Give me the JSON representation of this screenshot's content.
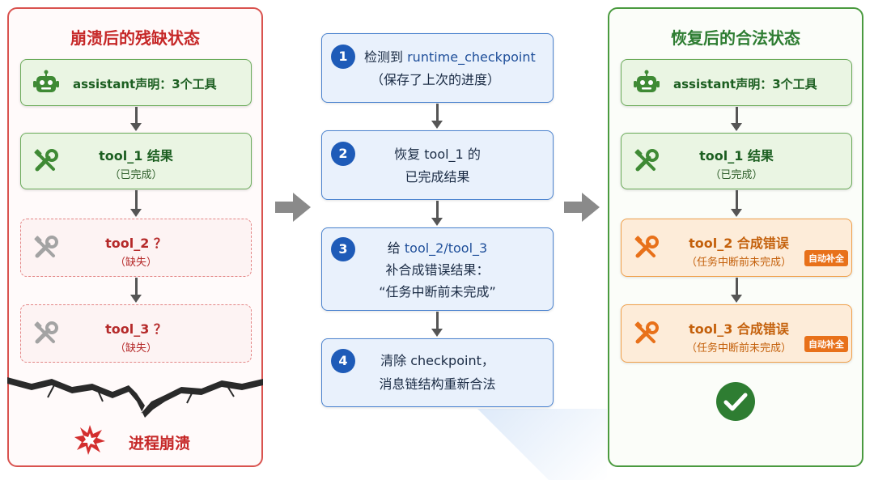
{
  "left_panel": {
    "title": "崩溃后的残缺状态",
    "card1": {
      "text": "assistant声明：3个工具"
    },
    "card2": {
      "title": "tool_1 结果",
      "subtitle": "（已完成）"
    },
    "card3": {
      "title": "tool_2 ？",
      "subtitle": "（缺失）"
    },
    "card4": {
      "title": "tool_3 ？",
      "subtitle": "（缺失）"
    },
    "crash_label": "进程崩溃"
  },
  "middle_steps": [
    {
      "num": "1",
      "line1_prefix": "检测到 ",
      "line1_code": "runtime_checkpoint",
      "line2": "（保存了上次的进度）"
    },
    {
      "num": "2",
      "line1": "恢复 tool_1 的",
      "line2": "已完成结果"
    },
    {
      "num": "3",
      "line1_prefix": "给 ",
      "line1_code": "tool_2/tool_3",
      "line2": "补合成错误结果：",
      "line3": "“任务中断前未完成”"
    },
    {
      "num": "4",
      "line1": "清除 checkpoint，",
      "line2": "消息链结构重新合法"
    }
  ],
  "right_panel": {
    "title": "恢复后的合法状态",
    "card1": {
      "text": "assistant声明：3个工具"
    },
    "card2": {
      "title": "tool_1 结果",
      "subtitle": "（已完成）"
    },
    "card3": {
      "title": "tool_2 合成错误",
      "subtitle": "（任务中断前未完成）",
      "badge": "自动补全"
    },
    "card4": {
      "title": "tool_3 合成错误",
      "subtitle": "（任务中断前未完成）",
      "badge": "自动补全"
    }
  },
  "colors": {
    "red": "#c62828",
    "green": "#2e7d32",
    "blue": "#1e5bb8",
    "orange": "#e8711a"
  },
  "icons": [
    "robot-icon",
    "tools-icon",
    "explosion-icon",
    "check-circle-icon",
    "arrow-right-icon"
  ]
}
